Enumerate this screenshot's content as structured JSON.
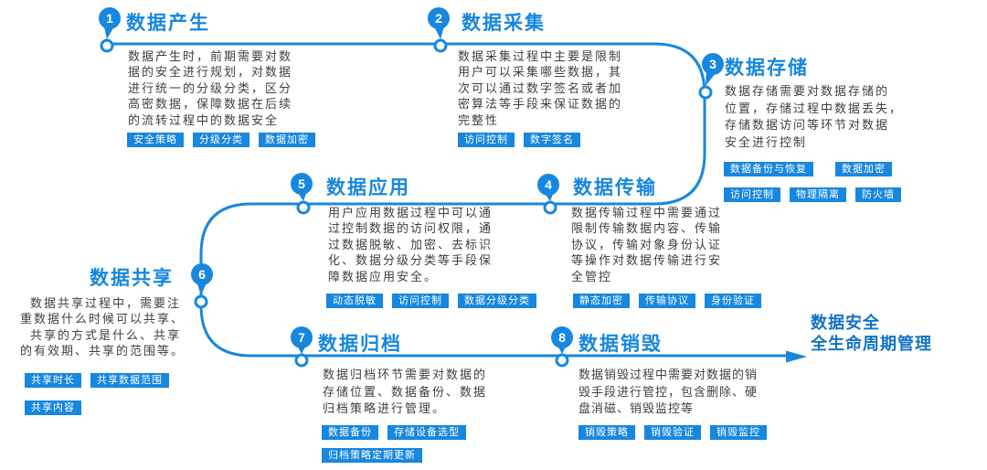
{
  "colors": {
    "primary": "#1787e0",
    "ending": "#1273c6",
    "text": "#3f3f3f"
  },
  "stages": [
    {
      "num": "1",
      "title": "数据产生",
      "desc": [
        "数据产生时，前期需要对数",
        "据的安全进行规划，对数据",
        "进行统一的分级分类，区分",
        "高密数据，保障数据在后续",
        "的流转过程中的数据安全"
      ],
      "tag_rows": [
        [
          "安全策略",
          "分级分类",
          "数据加密"
        ]
      ]
    },
    {
      "num": "2",
      "title": "数据采集",
      "desc": [
        "数据采集过程中主要是限制",
        "用户可以采集哪些数据，其",
        "次可以通过数字签名或者加",
        "密算法等手段来保证数据的",
        "完整性"
      ],
      "tag_rows": [
        [
          "访问控制",
          "数字签名"
        ]
      ]
    },
    {
      "num": "3",
      "title": "数据存储",
      "desc": [
        "数据存储需要对数据存储的",
        "位置，存储过程中数据丢失，",
        "存储数据访问等环节对数据",
        "安全进行控制"
      ],
      "tag_rows": [
        [
          "数据备份与恢复",
          "数据加密"
        ],
        [
          "访问控制",
          "物理隔离",
          "防火墙"
        ]
      ]
    },
    {
      "num": "4",
      "title": "数据传输",
      "desc": [
        "数据传输过程中需要通过",
        "限制传输数据内容、传输",
        "协议，传输对象身份认证",
        "等操作对数据传输进行安",
        "全管控"
      ],
      "tag_rows": [
        [
          "静态加密",
          "传输协议",
          "身份验证"
        ]
      ]
    },
    {
      "num": "5",
      "title": "数据应用",
      "desc": [
        "用户应用数据过程中可以通",
        "过控制数据的访问权限，通",
        "过数据脱敏、加密、去标识",
        "化、数据分级分类等手段保",
        "障数据应用安全。"
      ],
      "tag_rows": [
        [
          "动态脱敏",
          "访问控制",
          "数据分级分类"
        ]
      ]
    },
    {
      "num": "6",
      "title": "数据共享",
      "desc": [
        "数据共享过程中，需要注",
        "重数据什么时候可以共享、",
        "共享的方式是什么、共享",
        "的有效期、共享的范围等。"
      ],
      "tag_rows": [
        [
          "共享时长",
          "共享数据范围"
        ],
        [
          "共享内容"
        ]
      ]
    },
    {
      "num": "7",
      "title": "数据归档",
      "desc": [
        "数据归档环节需要对数据的",
        "存储位置、数据备份、数据",
        "归档策略进行管理。"
      ],
      "tag_rows": [
        [
          "数据备份",
          "存储设备选型"
        ],
        [
          "归档策略定期更新"
        ]
      ]
    },
    {
      "num": "8",
      "title": "数据销毁",
      "desc": [
        "数据销毁过程中需要对数据的销",
        "毁手段进行管控，包含删除、硬",
        "盘消磁、销毁监控等"
      ],
      "tag_rows": [
        [
          "销毁策略",
          "销毁验证",
          "销毁监控"
        ]
      ]
    }
  ],
  "ending": {
    "line1": "数据安全",
    "line2": "全生命周期管理"
  }
}
